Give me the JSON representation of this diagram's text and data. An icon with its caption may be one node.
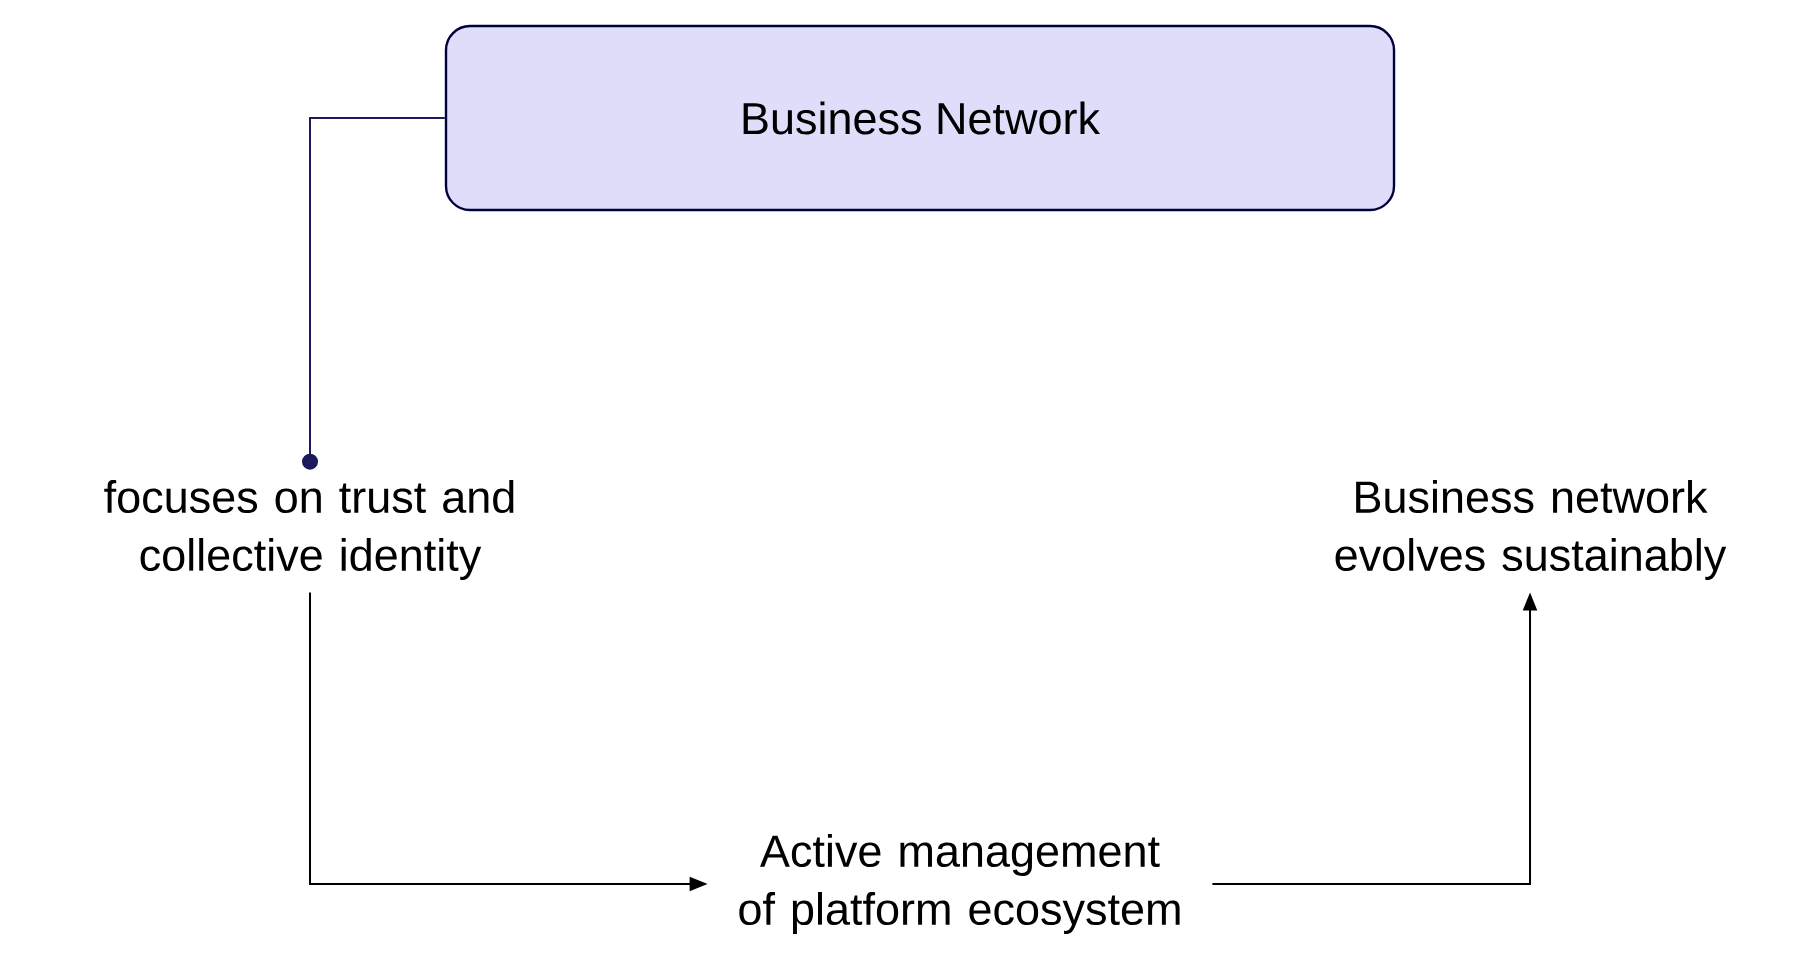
{
  "diagram": {
    "nodes": [
      {
        "text": [
          "Business Network"
        ]
      },
      {
        "text": [
          "focuses on trust and collective identity"
        ]
      },
      {
        "text": [
          "Active management of platform ecosystem"
        ]
      },
      {
        "text": [
          "Business network evolves sustainably"
        ]
      }
    ],
    "edges": [
      {
        "from": 0,
        "to": 1,
        "arrow": "other",
        "color": "#1a1a5c"
      },
      {
        "from": 1,
        "to": 2,
        "arrow": "to"
      },
      {
        "from": 2,
        "to": 3,
        "arrow": "to"
      }
    ]
  }
}
